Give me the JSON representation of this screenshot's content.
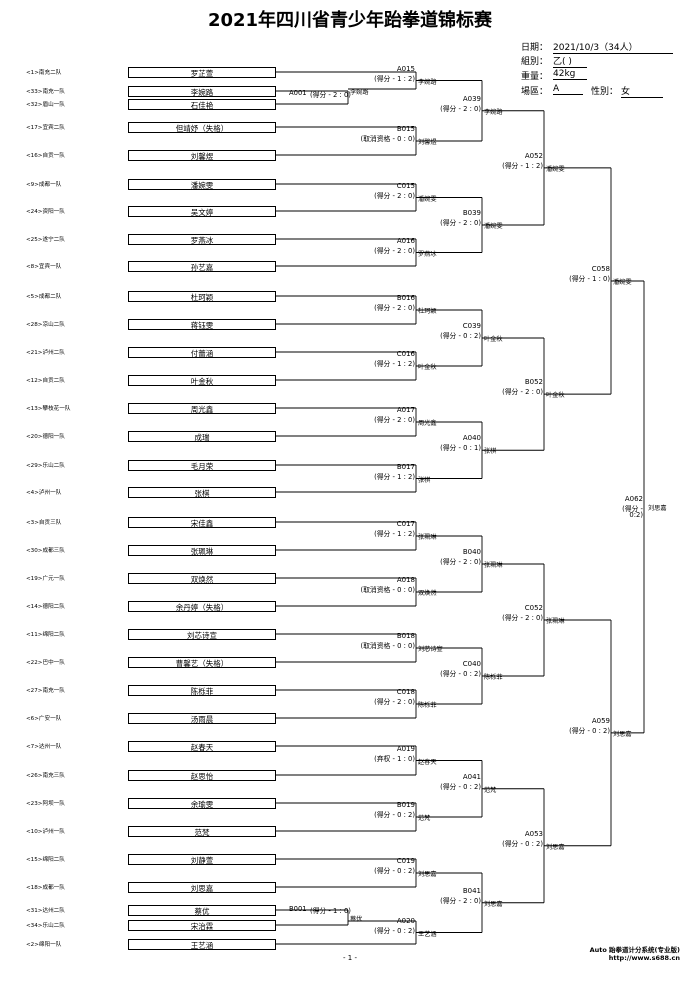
{
  "title": "2021年四川省青少年跆拳道锦标赛",
  "info": [
    {
      "label": "日期：",
      "value": "2021/10/3（34人）"
    },
    {
      "label": "組別：",
      "value": "乙( )"
    },
    {
      "label": "重量：",
      "value": "42kg"
    },
    {
      "label": "場區：",
      "value": "A"
    }
  ],
  "gender": {
    "label": "性別：",
    "value": "女"
  },
  "entries": [
    {
      "seed": "<1>南充二队",
      "name": "罗芷萱"
    },
    {
      "seed": "<33>南充一队",
      "name": "李婉路"
    },
    {
      "seed": "<32>眉山一队",
      "name": "石佳艳"
    },
    {
      "seed": "<17>宜宾二队",
      "name": "但靖妤（失格）"
    },
    {
      "seed": "<16>自贡一队",
      "name": "刘馨煜"
    },
    {
      "seed": "<9>成都一队",
      "name": "潘婉雯"
    },
    {
      "seed": "<24>资阳一队",
      "name": "吴文婷"
    },
    {
      "seed": "<25>遂宁二队",
      "name": "罗燕冰"
    },
    {
      "seed": "<8>宜宾一队",
      "name": "孙艺嘉"
    },
    {
      "seed": "<5>成都二队",
      "name": "杜珂颖"
    },
    {
      "seed": "<28>凉山二队",
      "name": "蒋钰雯"
    },
    {
      "seed": "<21>泸州二队",
      "name": "付蕾涵"
    },
    {
      "seed": "<12>自贡二队",
      "name": "叶金秋"
    },
    {
      "seed": "<13>攀枝花一队",
      "name": "周光鑫"
    },
    {
      "seed": "<20>德阳一队",
      "name": "成瑞"
    },
    {
      "seed": "<29>乐山二队",
      "name": "毛月荣"
    },
    {
      "seed": "<4>泸州一队",
      "name": "张棋"
    },
    {
      "seed": "<3>自贡三队",
      "name": "宋佳鑫"
    },
    {
      "seed": "<30>成都三队",
      "name": "张珮琳"
    },
    {
      "seed": "<19>广元一队",
      "name": "双焕然"
    },
    {
      "seed": "<14>德阳二队",
      "name": "余丹婷（失格）"
    },
    {
      "seed": "<11>绵阳二队",
      "name": "刘芯诗宣"
    },
    {
      "seed": "<22>巴中一队",
      "name": "曹馨艺（失格）"
    },
    {
      "seed": "<27>南充一队",
      "name": "陈栎菲"
    },
    {
      "seed": "<6>广安一队",
      "name": "汤雨晨"
    },
    {
      "seed": "<7>达州一队",
      "name": "赵春天"
    },
    {
      "seed": "<26>南充三队",
      "name": "赵思怡"
    },
    {
      "seed": "<23>阿坝一队",
      "name": "余瑜雯"
    },
    {
      "seed": "<10>泸州一队",
      "name": "范梵"
    },
    {
      "seed": "<15>绵阳二队",
      "name": "刘静萱"
    },
    {
      "seed": "<18>成都一队",
      "name": "刘思嘉"
    },
    {
      "seed": "<31>达州二队",
      "name": "蔡优"
    },
    {
      "seed": "<34>乐山二队",
      "name": "宋治霖"
    },
    {
      "seed": "<2>绵阳一队",
      "name": "王艺涵"
    }
  ],
  "prelims": [
    {
      "code": "A001",
      "score": "(得分 - 2 : 0)",
      "winner": "李婉路"
    },
    {
      "code": "B001",
      "score": "(得分 - 1 : 0)",
      "winner": "蔡优"
    }
  ],
  "matches": [
    {
      "code": "A015",
      "score": "(得分 - 1 : 2)",
      "winner": "李婉路"
    },
    {
      "code": "B015",
      "score": "(取消资格 - 0 : 0)",
      "winner": "刘馨煜"
    },
    {
      "code": "C015",
      "score": "(得分 - 2 : 0)",
      "winner": "潘婉雯"
    },
    {
      "code": "A016",
      "score": "(得分 - 2 : 0)",
      "winner": "罗燕冰"
    },
    {
      "code": "B016",
      "score": "(得分 - 2 : 0)",
      "winner": "杜珂颖"
    },
    {
      "code": "C016",
      "score": "(得分 - 1 : 2)",
      "winner": "叶金秋"
    },
    {
      "code": "A017",
      "score": "(得分 - 2 : 0)",
      "winner": "周光鑫"
    },
    {
      "code": "B017",
      "score": "(得分 - 1 : 2)",
      "winner": "张棋"
    },
    {
      "code": "C017",
      "score": "(得分 - 1 : 2)",
      "winner": "张珮琳"
    },
    {
      "code": "A018",
      "score": "(取消资格 - 0 : 0)",
      "winner": "双焕然"
    },
    {
      "code": "B018",
      "score": "(取消资格 - 0 : 0)",
      "winner": "刘芯诗宣"
    },
    {
      "code": "C018",
      "score": "(得分 - 2 : 0)",
      "winner": "陈栎菲"
    },
    {
      "code": "A019",
      "score": "(弃权 - 1 : 0)",
      "winner": "赵春天"
    },
    {
      "code": "B019",
      "score": "(得分 - 0 : 2)",
      "winner": "范梵"
    },
    {
      "code": "C019",
      "score": "(得分 - 0 : 2)",
      "winner": "刘思嘉"
    },
    {
      "code": "A020",
      "score": "(得分 - 0 : 2)",
      "winner": "王艺涵"
    },
    {
      "code": "A039",
      "score": "(得分 - 2 : 0)",
      "winner": "李婉路"
    },
    {
      "code": "B039",
      "score": "(得分 - 2 : 0)",
      "winner": "潘婉雯"
    },
    {
      "code": "C039",
      "score": "(得分 - 0 : 2)",
      "winner": "叶金秋"
    },
    {
      "code": "A040",
      "score": "(得分 - 0 : 1)",
      "winner": "张棋"
    },
    {
      "code": "B040",
      "score": "(得分 - 2 : 0)",
      "winner": "张珮琳"
    },
    {
      "code": "C040",
      "score": "(得分 - 0 : 2)",
      "winner": "陈栎菲"
    },
    {
      "code": "A041",
      "score": "(得分 - 0 : 2)",
      "winner": "范梵"
    },
    {
      "code": "B041",
      "score": "(得分 - 2 : 0)",
      "winner": "刘思嘉"
    },
    {
      "code": "A052",
      "score": "(得分 - 1 : 2)",
      "winner": "潘婉雯"
    },
    {
      "code": "B052",
      "score": "(得分 - 2 : 0)",
      "winner": "叶金秋"
    },
    {
      "code": "C052",
      "score": "(得分 - 2 : 0)",
      "winner": "张珮琳"
    },
    {
      "code": "A053",
      "score": "(得分 - 0 : 2)",
      "winner": "刘思嘉"
    },
    {
      "code": "C058",
      "score": "(得分 - 1 : 0)",
      "winner": "潘婉雯"
    },
    {
      "code": "A059",
      "score": "(得分 - 0 : 2)",
      "winner": "刘思嘉"
    }
  ],
  "final": {
    "code": "A062",
    "score_line1": "(得分 -",
    "score_line2": "0:2)",
    "winner": "刘思嘉"
  },
  "footer": {
    "brand": "Auto 跆拳道计分系统(专业版)",
    "url": "http://www.s688.cn",
    "page": "- 1 -"
  }
}
